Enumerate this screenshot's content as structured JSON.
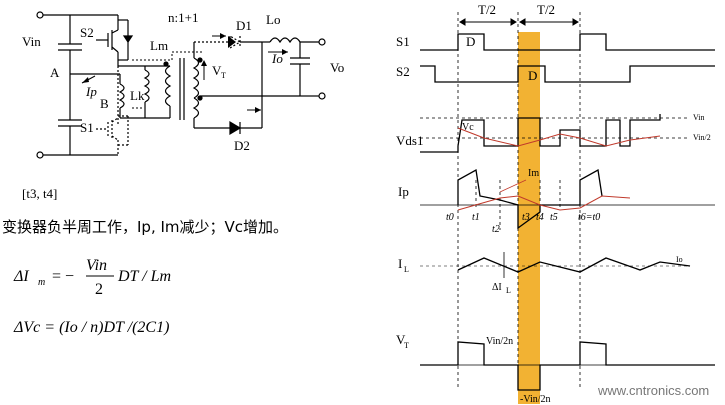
{
  "circuit": {
    "vin_label": "Vin",
    "node_a": "A",
    "node_b": "B",
    "s2_label": "S2",
    "s1_label": "S1",
    "ip_label": "Ip",
    "lm_label": "Lm",
    "lk_label": "Lk",
    "ratio_label": "n:1+1",
    "vt_label": "V",
    "vt_sub": "T",
    "d1_label": "D1",
    "d2_label": "D2",
    "lo_label": "Lo",
    "io_label": "Io",
    "vo_label": "Vo"
  },
  "text": {
    "interval": "[t3, t4]",
    "description": "变换器负半周工作，Ip, Im减少；Vc增加。",
    "eq1_lhs": "ΔI",
    "eq1_sub": "m",
    "eq1_eq": "= −",
    "eq1_num": "Vin",
    "eq1_den": "2",
    "eq1_rest": "DT / Lm",
    "eq2": "ΔVc = (Io / n)DT /(2C1)"
  },
  "waveforms": {
    "half_period_1": "T/2",
    "half_period_2": "T/2",
    "s1_label": "S1",
    "s2_label": "S2",
    "d_label_1": "D",
    "d_label_2": "D",
    "vds1_label": "Vds1",
    "vc_label": "Vc",
    "vin_right": "Vin",
    "vin2_right": "Vin/2",
    "ip_label": "Ip",
    "im_label": "Im",
    "t0": "t0",
    "t1": "t1",
    "t2": "t2",
    "t3": "t3",
    "t4": "t4",
    "t5": "t5",
    "t6": "t6=t0",
    "il_label": "I",
    "il_sub": "L",
    "io_right": "Io",
    "dil_label": "ΔI",
    "dil_sub": "L",
    "vt_label": "V",
    "vt_sub": "T",
    "vt_pos": "Vin/2n",
    "vt_neg": "-Vin/2n",
    "highlight_color": "#f2b233"
  },
  "watermark": "www.cntronics.com"
}
